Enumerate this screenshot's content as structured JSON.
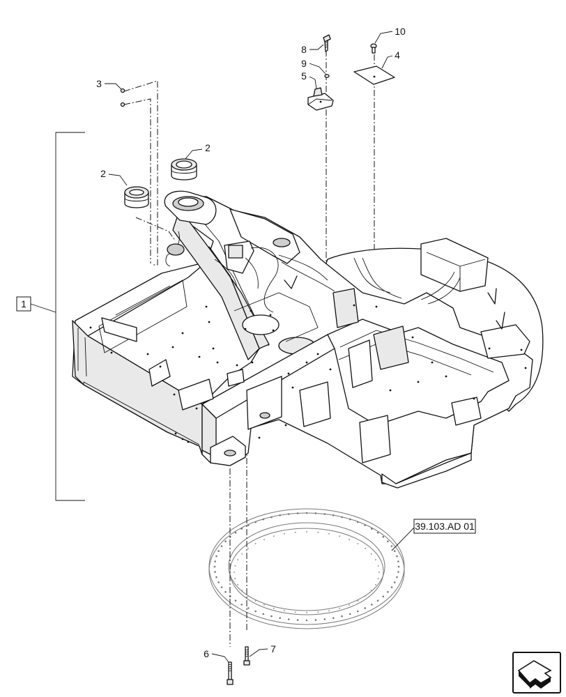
{
  "callouts": {
    "c1": "1",
    "c2a": "2",
    "c2b": "2",
    "c3": "3",
    "c4": "4",
    "c5": "5",
    "c6": "6",
    "c7": "7",
    "c8": "8",
    "c9": "9",
    "c10": "10"
  },
  "reference": {
    "label": "39.103.AD 01"
  },
  "nav": {
    "icon": "next-page-arrow-icon"
  }
}
